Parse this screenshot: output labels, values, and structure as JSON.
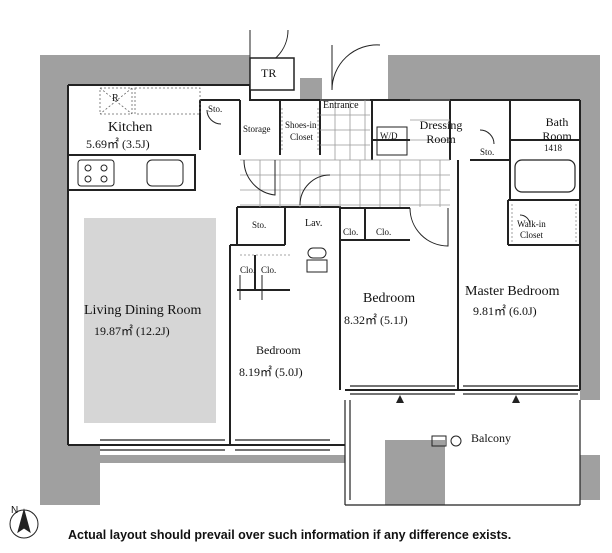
{
  "rooms": {
    "kitchen": {
      "name": "Kitchen",
      "area": "5.69㎡ (3.5J)"
    },
    "living": {
      "name": "Living Dining Room",
      "area": "19.87㎡ (12.2J)"
    },
    "bedroom_left": {
      "name": "Bedroom",
      "area": "8.19㎡ (5.0J)"
    },
    "bedroom_mid": {
      "name": "Bedroom",
      "area": "8.32㎡ (5.1J)"
    },
    "master_bedroom": {
      "name": "Master Bedroom",
      "area": "9.81㎡ (6.0J)"
    },
    "bath": {
      "name": "Bath Room",
      "size": "1418"
    },
    "dressing": {
      "name": "Dressing Room"
    }
  },
  "labels": {
    "tr": "TR",
    "refrigerator": "R",
    "storage": "Storage",
    "shoes_closet_1": "Shoes-in",
    "shoes_closet_2": "Closet",
    "entrance": "Entrance",
    "washer_dryer": "W/D",
    "sto_kitchen": "Sto.",
    "sto_hall": "Sto.",
    "sto_bath": "Sto.",
    "lav": "Lav.",
    "clo_1": "Clo.",
    "clo_2": "Clo.",
    "clo_3": "Clo.",
    "clo_4": "Clo.",
    "walkin_1": "Walk-in",
    "walkin_2": "Closet",
    "balcony": "Balcony",
    "north": "N"
  },
  "disclaimer": "Actual layout should prevail over such information if any difference exists.",
  "colors": {
    "wall": "#a0a0a0",
    "ldk_floor": "#d6d6d6",
    "line": "#222222"
  }
}
